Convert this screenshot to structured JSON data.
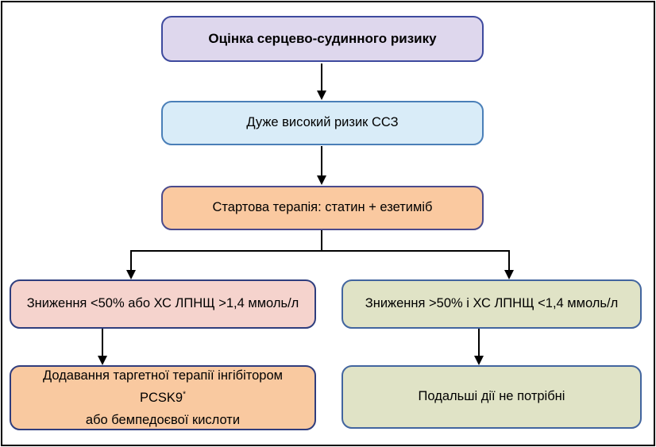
{
  "flowchart": {
    "description": "Clinical decision flowchart (Ukrainian) for cardiovascular risk and lipid-lowering therapy",
    "frame_color": "#000000",
    "background_color": "#ffffff",
    "arrow_color": "#000000",
    "nodes": [
      {
        "id": "risk-assessment",
        "label": "Оцінка серцево-судинного ризику",
        "fill": "#ded7ed",
        "border": "#3e4a9e"
      },
      {
        "id": "very-high-risk",
        "label": "Дуже високий ризик ССЗ",
        "fill": "#d9ecf8",
        "border": "#4a7fb8"
      },
      {
        "id": "start-therapy",
        "label": "Стартова терапія: статин + езетиміб",
        "fill": "#fac9a0",
        "border": "#4a4a8c"
      },
      {
        "id": "reduction-lt50",
        "label": "Зниження <50% або ХС ЛПНЩ >1,4 ммоль/л",
        "fill": "#f5d3cd",
        "border": "#2f3e7e"
      },
      {
        "id": "reduction-gt50",
        "label": "Зниження >50% і ХС ЛПНЩ <1,4 ммоль/л",
        "fill": "#e0e3c6",
        "border": "#42659f"
      },
      {
        "id": "add-pcsk9",
        "label_line1": "Додавання таргетної терапії інгібітором PCSK9",
        "superscript": "*",
        "label_line2": "або бемпедоєвої кислоти",
        "fill": "#f9c9a0",
        "border": "#303d7d"
      },
      {
        "id": "no-further-action",
        "label": "Подальші дії не потрібні",
        "fill": "#e0e3c6",
        "border": "#42659f"
      }
    ]
  }
}
